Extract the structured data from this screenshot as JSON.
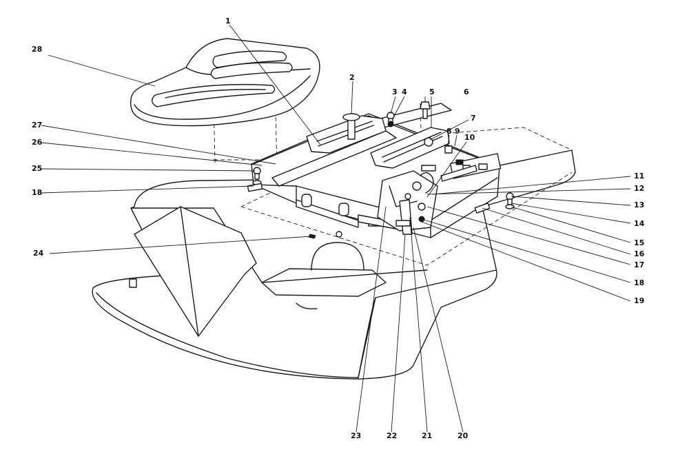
{
  "callouts": [
    {
      "label": "1"
    },
    {
      "label": "2"
    },
    {
      "label": "3"
    },
    {
      "label": "4"
    },
    {
      "label": "5"
    },
    {
      "label": "6"
    },
    {
      "label": "7"
    },
    {
      "label": "8"
    },
    {
      "label": "9"
    },
    {
      "label": "10"
    },
    {
      "label": "11"
    },
    {
      "label": "12"
    },
    {
      "label": "13"
    },
    {
      "label": "14"
    },
    {
      "label": "15"
    },
    {
      "label": "16"
    },
    {
      "label": "17"
    },
    {
      "label": "18"
    },
    {
      "label": "19"
    },
    {
      "label": "20"
    },
    {
      "label": "21"
    },
    {
      "label": "22"
    },
    {
      "label": "23"
    },
    {
      "label": "24"
    },
    {
      "label": "25"
    },
    {
      "label": "18"
    },
    {
      "label": "26"
    },
    {
      "label": "27"
    },
    {
      "label": "28"
    }
  ]
}
